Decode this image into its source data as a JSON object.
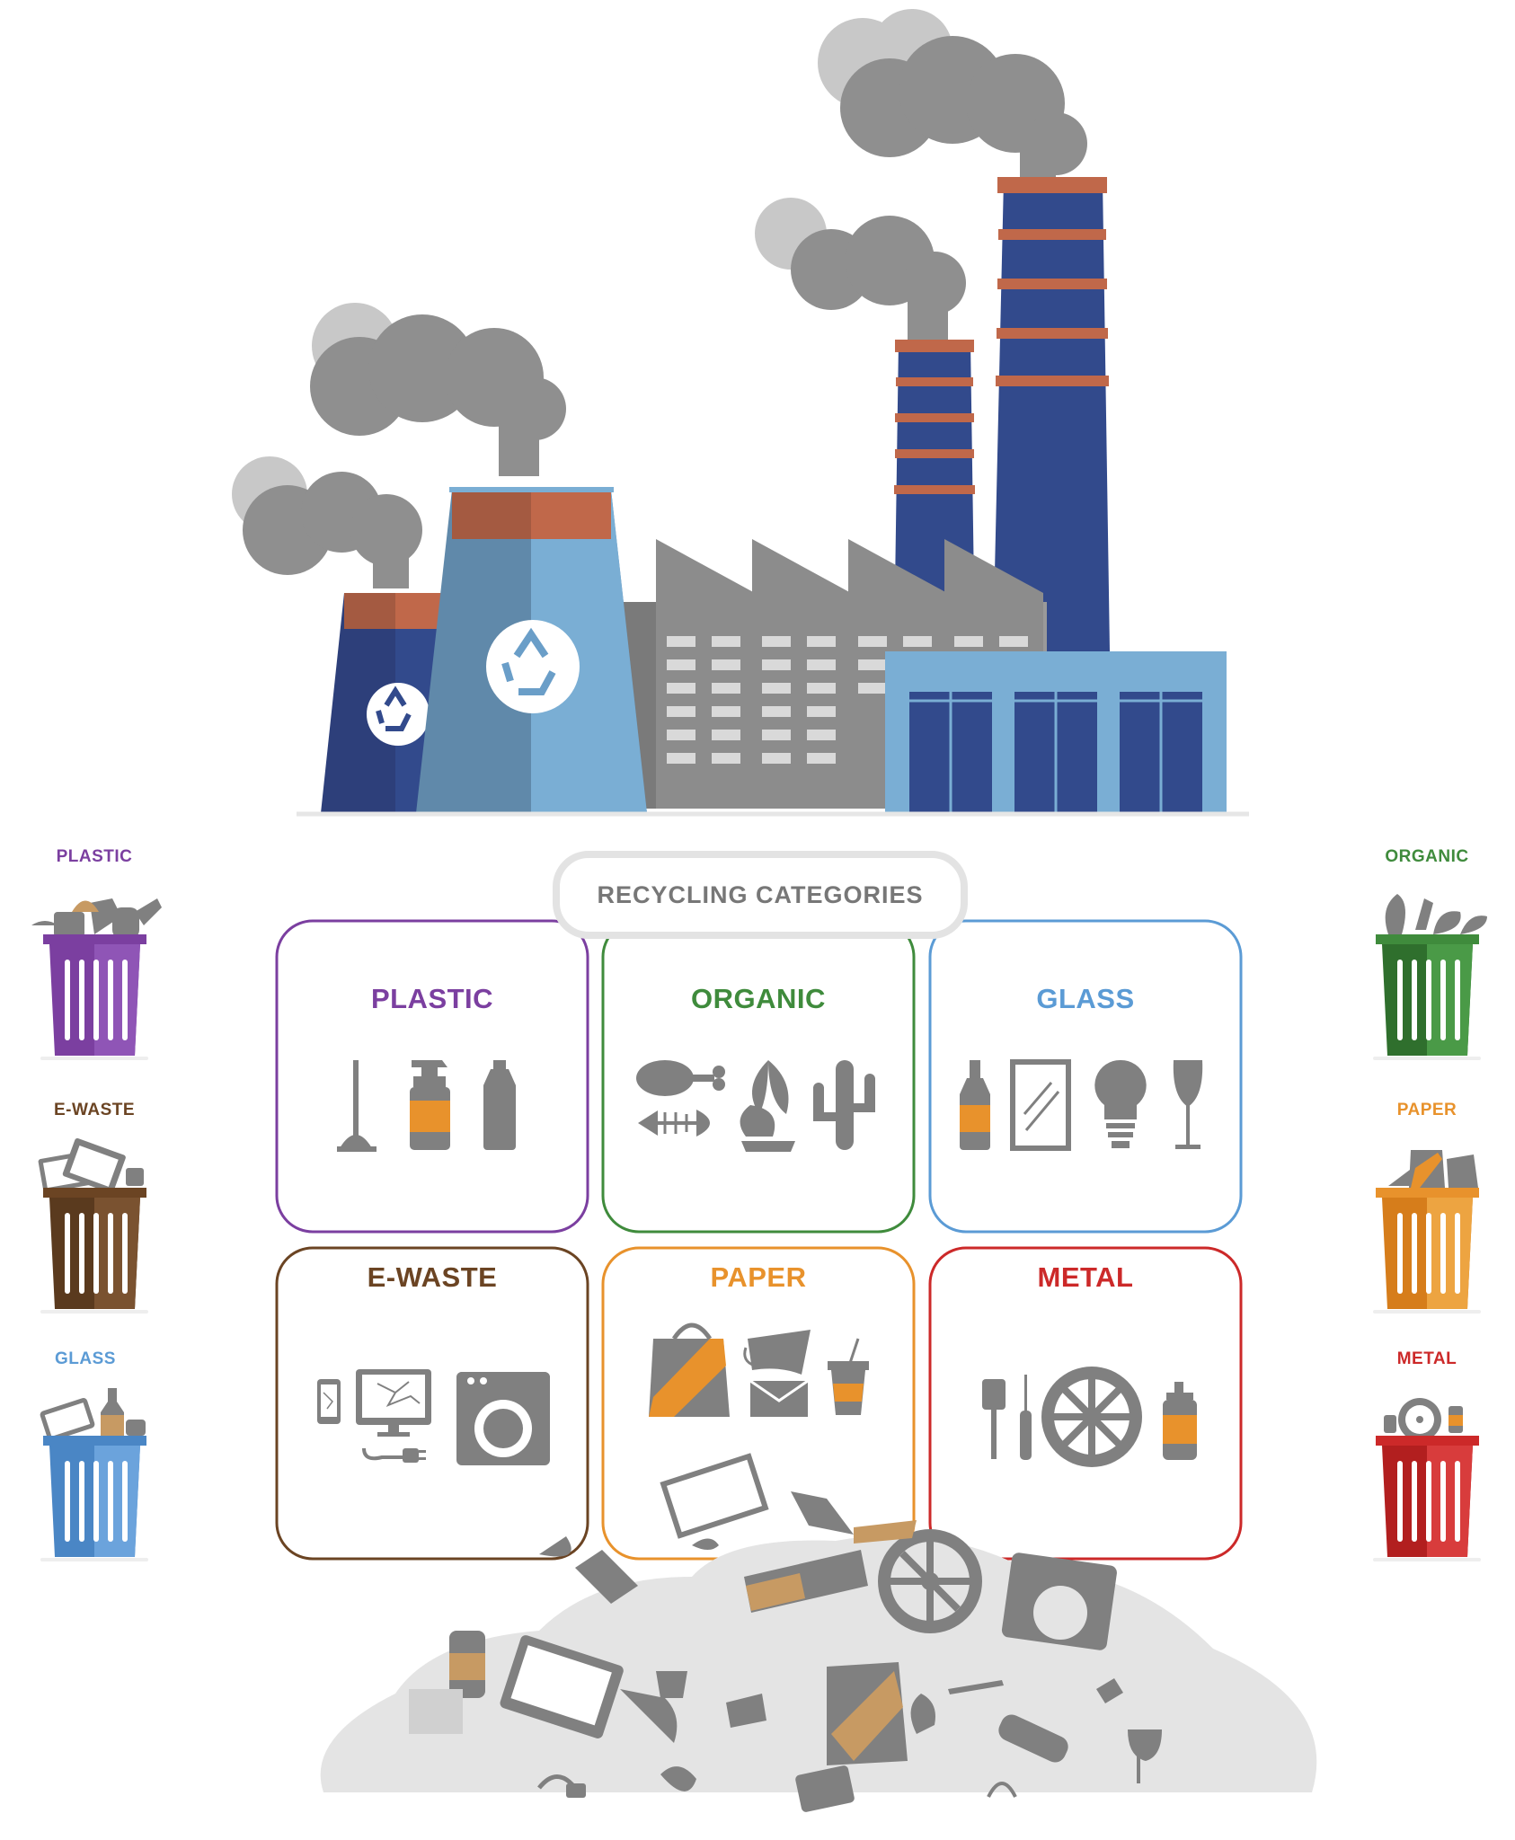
{
  "header": {
    "badge_text": "RECYCLING CATEGORIES"
  },
  "colors": {
    "plastic": "#7b3fa0",
    "organic": "#3f8b3c",
    "glass": "#5b9bd5",
    "ewaste": "#6b4423",
    "paper": "#e8922c",
    "metal": "#cc2929",
    "factory_blue": "#324a8c",
    "factory_light": "#7aaed4",
    "brick": "#c0684a",
    "smoke": "#8a8a8a",
    "icon_gray": "#808080"
  },
  "categories": [
    {
      "id": "plastic",
      "label": "PLASTIC",
      "icons": [
        "plunger-icon",
        "spray-bottle-icon",
        "plastic-bottle-icon"
      ]
    },
    {
      "id": "organic",
      "label": "ORGANIC",
      "icons": [
        "chicken-leg-icon",
        "fish-bone-icon",
        "plant-icon",
        "cactus-icon"
      ]
    },
    {
      "id": "glass",
      "label": "GLASS",
      "icons": [
        "glass-bottle-icon",
        "window-pane-icon",
        "light-bulb-icon",
        "wine-glass-icon"
      ]
    },
    {
      "id": "ewaste",
      "label": "E-WASTE",
      "icons": [
        "phone-icon",
        "broken-monitor-icon",
        "plug-icon",
        "washing-machine-icon"
      ]
    },
    {
      "id": "paper",
      "label": "PAPER",
      "icons": [
        "paper-bag-icon",
        "paper-sheet-icon",
        "envelope-icon",
        "paper-cup-icon"
      ]
    },
    {
      "id": "metal",
      "label": "METAL",
      "icons": [
        "spatula-icon",
        "screwdriver-icon",
        "wheel-icon",
        "spray-can-icon"
      ]
    }
  ],
  "bins_left": [
    {
      "label": "PLASTIC",
      "color": "#7b3fa0"
    },
    {
      "label": "E-WASTE",
      "color": "#6b4423"
    },
    {
      "label": "GLASS",
      "color": "#5b9bd5"
    }
  ],
  "bins_right": [
    {
      "label": "ORGANIC",
      "color": "#3f8b3c"
    },
    {
      "label": "PAPER",
      "color": "#e8922c"
    },
    {
      "label": "METAL",
      "color": "#cc2929"
    }
  ]
}
